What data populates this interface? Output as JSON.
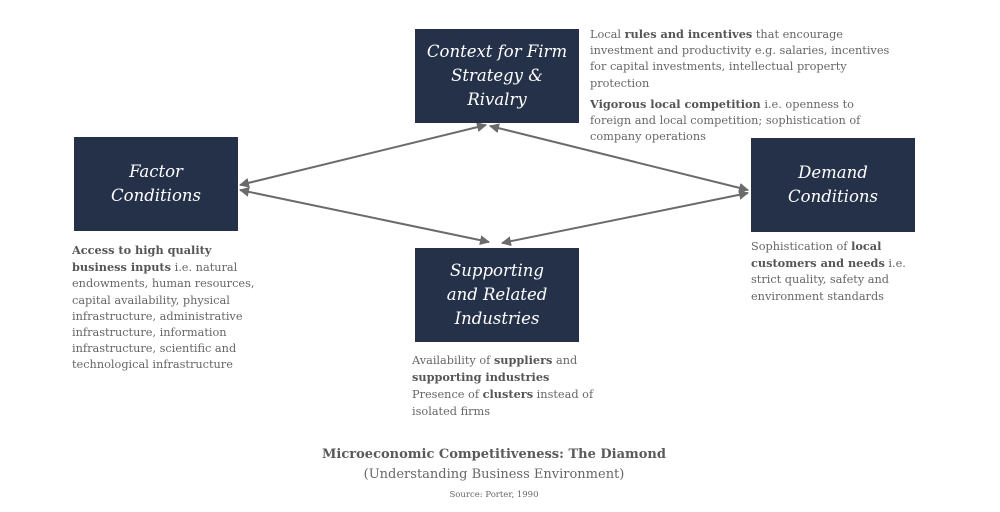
{
  "boxes": {
    "context": "Context for Firm\nStrategy & Rivalry",
    "factor": "Factor\nConditions",
    "demand": "Demand\nConditions",
    "support": "Supporting\nand Related\nIndustries"
  },
  "descriptions": {
    "context": {
      "p1": {
        "t1": "Local ",
        "b1": "rules and incentives",
        "t2": " that encourage investment and productivity e.g. salaries, incentives for capital investments, intellectual property protection"
      },
      "p2": {
        "b1": "Vigorous local competition",
        "t1": " i.e. openness to foreign and local competition; sophistication of company operations"
      }
    },
    "factor": {
      "b1": "Access to high quality business inputs",
      "t1": " i.e. natural endowments, human resources, capital availability, physical infrastructure, administrative infrastructure, information infrastructure, scientific and technological infrastructure"
    },
    "demand": {
      "t1": "Sophistication of ",
      "b1": "local customers and needs",
      "t2": " i.e. strict quality, safety and environment standards"
    },
    "support": {
      "p1": {
        "t1": "Availability of ",
        "b1": "suppliers",
        "t2": " and ",
        "b2": "supporting industries"
      },
      "p2": {
        "t1": "Presence of ",
        "b1": "clusters",
        "t2": " instead of isolated firms"
      }
    }
  },
  "caption": {
    "title": "Microeconomic Competitiveness: The Diamond",
    "subtitle": "(Understanding Business Environment)",
    "source": "Source: Porter, 1990"
  },
  "colors": {
    "box_fill": "#243149",
    "arrow": "#6b6b6b"
  }
}
